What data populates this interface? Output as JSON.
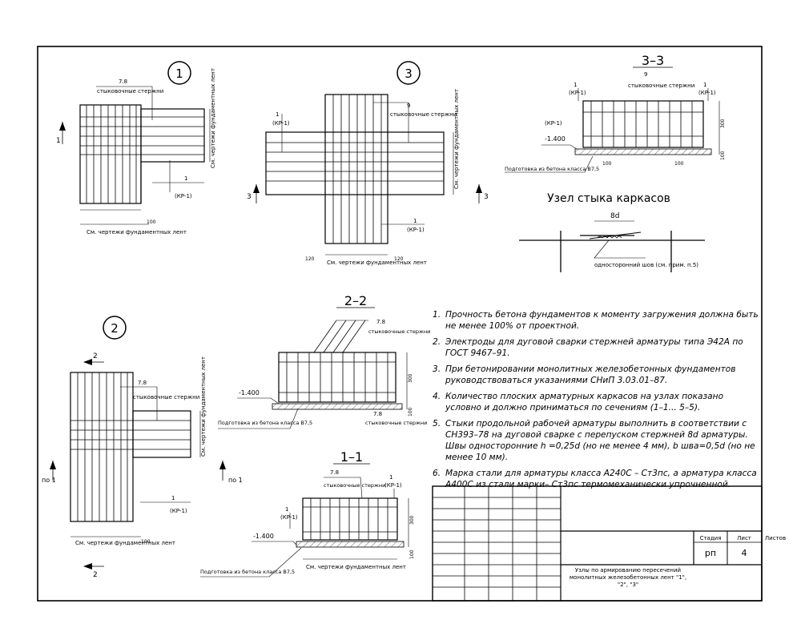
{
  "views": {
    "v1": {
      "marker": "1",
      "label_78": "7.8",
      "butt_bars": "стыковочные стержни",
      "ref1": "1",
      "kp": "(КР-1)",
      "side": "См. чертежи фундаментных лент",
      "bottom": "См. чертежи фундаментных лент",
      "dim": "100",
      "arrow": "1"
    },
    "v2": {
      "marker": "2",
      "label_78": "7.8",
      "butt_bars": "стыковочные стержни",
      "ref1": "1",
      "kp": "(КР-1)",
      "side": "См. чертежи фундаментных лент",
      "bottom": "См. чертежи фундаментных лент",
      "dim": "100",
      "po1_left": "по 1",
      "po1_right": "по 1",
      "arrow_top": "2",
      "arrow_bottom": "2"
    },
    "v3": {
      "marker": "3",
      "label_9": "9",
      "butt_bars": "стыковочные стержни",
      "ref1": "1",
      "kp": "(КР-1)",
      "ref1b": "1",
      "kpb": "(КР-1)",
      "side": "См. чертежи фундаментных лент",
      "bottom": "См. чертежи фундаментных лент",
      "dim_l": "120",
      "dim_r": "120",
      "arrow": "3"
    }
  },
  "sections": {
    "s33": {
      "title": "3–3",
      "label_9": "9",
      "butt_bars": "стыковочные стержни",
      "ref_l": "1",
      "ref_l2": "(КР-1)",
      "ref_r": "1",
      "ref_r2": "(КР-1)",
      "kp_side": "(КР-1)",
      "level": "-1.400",
      "dim_a": "100",
      "dim_b": "100",
      "dim_h": "300",
      "dim_p": "100",
      "concrete": "Подготовка из бетона класса В7,5"
    },
    "s22": {
      "title": "2–2",
      "label_78": "7.8",
      "butt_bars": "стыковочные стержни",
      "label_78b": "7.8",
      "butt_bars_b": "стыковочные стержни",
      "level": "-1.400",
      "dim_h": "300",
      "dim_p": "100",
      "concrete": "Подготовка из бетона класса В7,5"
    },
    "s11": {
      "title": "1–1",
      "label_78": "7.8",
      "butt_bars": "стыковочные стержни",
      "ref_l": "1",
      "ref_l2": "(КР-1)",
      "ref_r": "1",
      "ref_r2": "(КР-1)",
      "level": "-1.400",
      "dim_h": "300",
      "dim_p": "100",
      "below": "См. чертежи фундаментных лент",
      "concrete": "Подготовка из бетона класса В7,5"
    }
  },
  "joint": {
    "title": "Узел стыка каркасов",
    "dim": "8d",
    "weld": "односторонний шов (см. прим. п.5)"
  },
  "notes": [
    {
      "num": "1.",
      "text": "Прочность бетона фундаментов к моменту загружения должна быть не менее 100% от проектной."
    },
    {
      "num": "2.",
      "text": "Электроды для дуговой сварки стержней арматуры типа Э42А по ГОСТ 9467–91."
    },
    {
      "num": "3.",
      "text": "При бетонировании монолитных железобетонных фундаментов руководствоваться указаниями СНиП 3.03.01–87."
    },
    {
      "num": "4.",
      "text": "Количество плоских арматурных каркасов на узлах показано условно и должно приниматься по сечениям (1–1... 5–5)."
    },
    {
      "num": "5.",
      "text": "Стыки продольной рабочей арматуры выполнить в соответствии с СН393–78 на дуговой сварке с перепуском стержней 8d арматуры. Швы односторонние h =0,25d (но не менее 4 мм), b шва=0,5d (но не менее 10 мм)."
    },
    {
      "num": "6.",
      "text": "Марка стали для арматуры класса А240С – Ст3пс, а арматура класса А400С из стали марки– Ст3пс термомеханически упрочненной."
    }
  ],
  "title_block": {
    "stage_h": "Стадия",
    "sheet_h": "Лист",
    "sheets_h": "Листов",
    "stage": "рп",
    "sheet": "4",
    "sheets": "",
    "name": "Узлы по армированию пересечений монолитных железобетонных лент \"1\", \"2\", \"3\""
  }
}
